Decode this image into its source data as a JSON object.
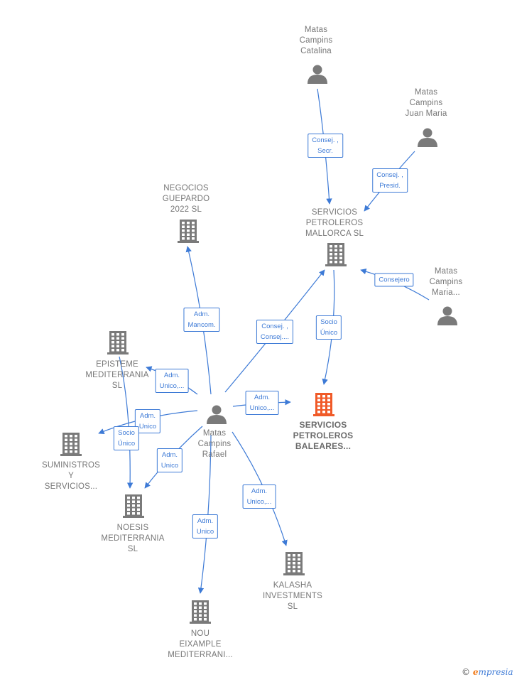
{
  "nodes": [
    {
      "id": "rafael",
      "kind": "person",
      "label": "Matas\nCampins\nRafael"
    },
    {
      "id": "catalina",
      "kind": "person",
      "label": "Matas\nCampins\nCatalina"
    },
    {
      "id": "juanmaria",
      "kind": "person",
      "label": "Matas\nCampins\nJuan Maria"
    },
    {
      "id": "maria",
      "kind": "person",
      "label": "Matas\nCampins\nMaria..."
    },
    {
      "id": "spmallorca",
      "kind": "company",
      "label": "SERVICIOS\nPETROLEROS\nMALLORCA  SL"
    },
    {
      "id": "spbaleares",
      "kind": "company-focus",
      "label": "SERVICIOS\nPETROLEROS\nBALEARES..."
    },
    {
      "id": "negocios",
      "kind": "company",
      "label": "NEGOCIOS\nGUEPARDO\n2022  SL"
    },
    {
      "id": "episteme",
      "kind": "company",
      "label": "EPISTEME\nMEDITERRANIA\nSL"
    },
    {
      "id": "suministros",
      "kind": "company",
      "label": "SUMINISTROS\nY\nSERVICIOS..."
    },
    {
      "id": "noesis",
      "kind": "company",
      "label": "NOESIS\nMEDITERRANIA\nSL"
    },
    {
      "id": "nou",
      "kind": "company",
      "label": "NOU\nEIXAMPLE\nMEDITERRANI..."
    },
    {
      "id": "kalasha",
      "kind": "company",
      "label": "KALASHA\nINVESTMENTS\nSL"
    }
  ],
  "edges": [
    {
      "id": "e1",
      "from": "catalina",
      "to": "spmallorca",
      "label": "Consej. ,\nSecr."
    },
    {
      "id": "e2",
      "from": "juanmaria",
      "to": "spmallorca",
      "label": "Consej. ,\nPresid."
    },
    {
      "id": "e3",
      "from": "maria",
      "to": "spmallorca",
      "label": "Consejero"
    },
    {
      "id": "e4",
      "from": "spmallorca",
      "to": "spbaleares",
      "label": "Socio\nÚnico"
    },
    {
      "id": "e5",
      "from": "rafael",
      "to": "spmallorca",
      "label": "Consej. ,\nConsej...."
    },
    {
      "id": "e6",
      "from": "rafael",
      "to": "negocios",
      "label": "Adm.\nMancom."
    },
    {
      "id": "e7",
      "from": "rafael",
      "to": "spbaleares",
      "label": "Adm.\nUnico,..."
    },
    {
      "id": "e8",
      "from": "rafael",
      "to": "episteme",
      "label": "Adm.\nUnico,..."
    },
    {
      "id": "e9",
      "from": "rafael",
      "to": "suministros",
      "label": "Adm.\nUnico"
    },
    {
      "id": "e10",
      "from": "episteme",
      "to": "noesis",
      "label": "Socio\nÚnico"
    },
    {
      "id": "e11",
      "from": "rafael",
      "to": "noesis",
      "label": "Adm.\nUnico"
    },
    {
      "id": "e12",
      "from": "rafael",
      "to": "nou",
      "label": "Adm.\nUnico"
    },
    {
      "id": "e13",
      "from": "rafael",
      "to": "kalasha",
      "label": "Adm.\nUnico,..."
    }
  ],
  "colors": {
    "edge": "#3d7ad6",
    "icon": "#7a7a7a",
    "focus": "#f05a28",
    "label": "#777777"
  },
  "brand": {
    "copyright": "©",
    "initial": "e",
    "rest": "mpresia"
  }
}
